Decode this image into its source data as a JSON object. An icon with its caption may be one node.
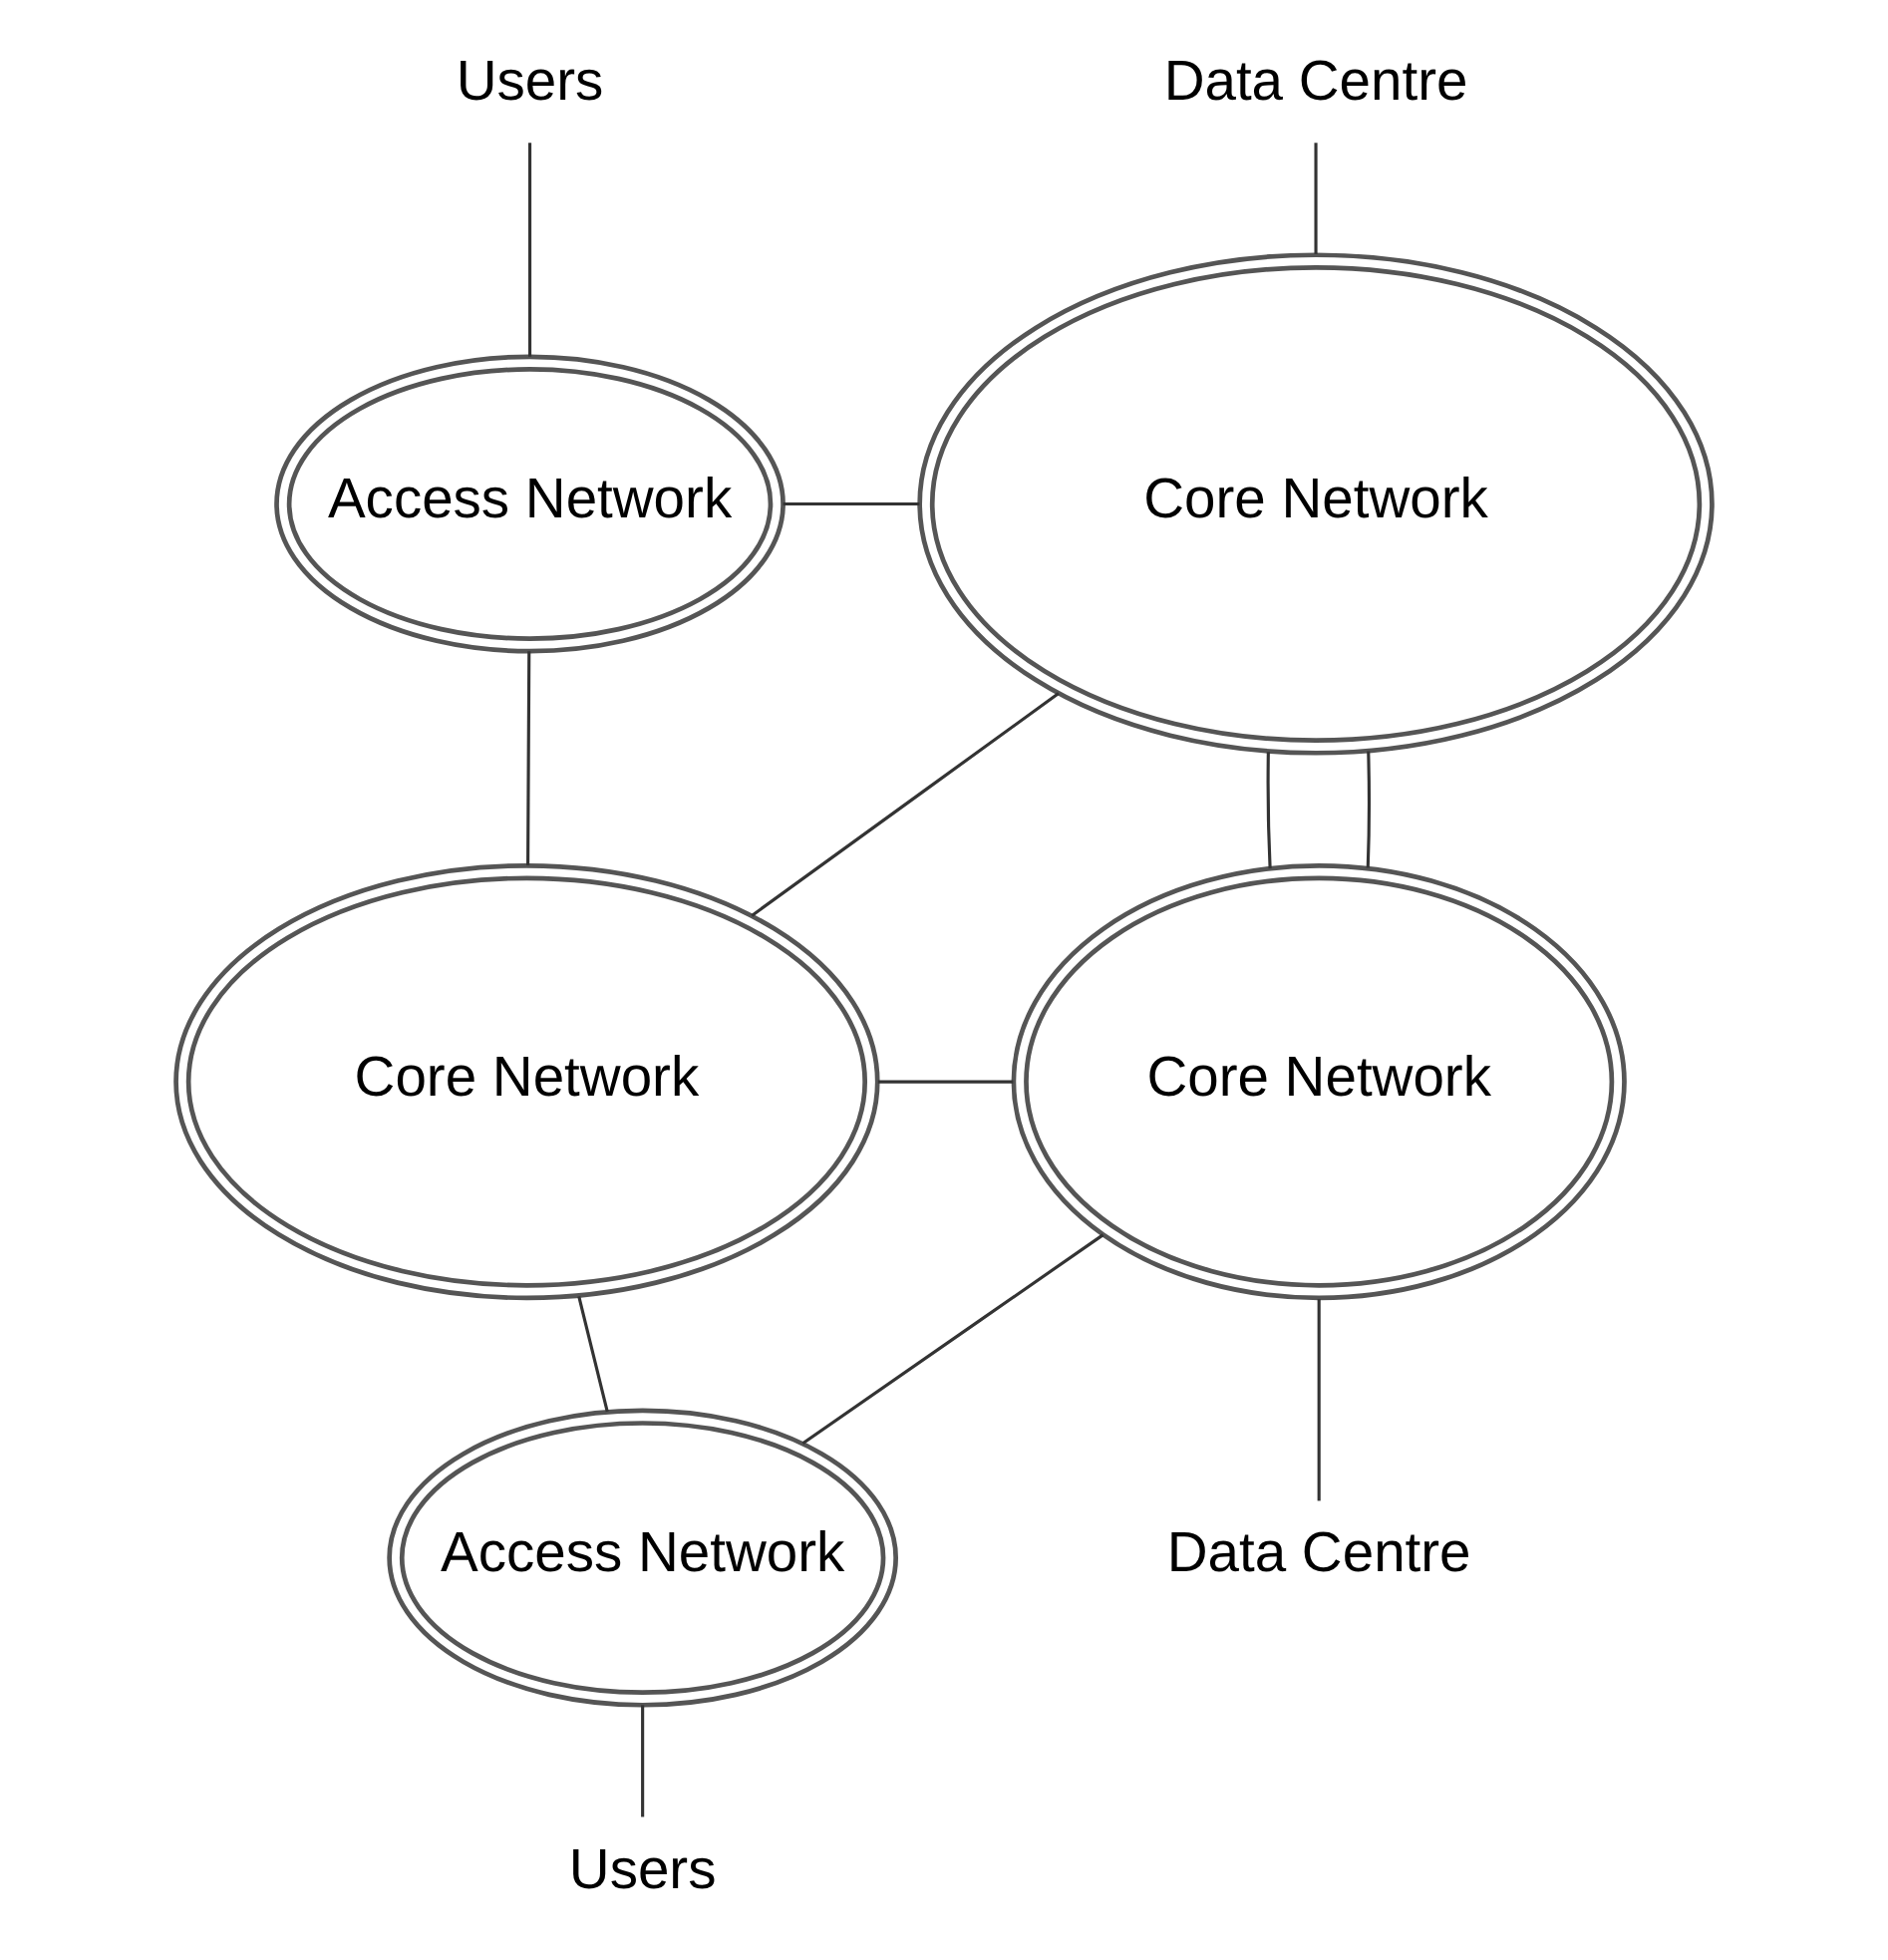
{
  "diagram": {
    "nodes": [
      {
        "text": [
          "Users"
        ]
      },
      {
        "text": [
          "Data Centre"
        ]
      },
      {
        "text": [
          "Access Network"
        ]
      },
      {
        "text": [
          "Core Network"
        ]
      },
      {
        "text": [
          "Core Network"
        ]
      },
      {
        "text": [
          "Core Network"
        ]
      },
      {
        "text": [
          "Data Centre"
        ]
      },
      {
        "text": [
          "Access Network"
        ]
      },
      {
        "text": [
          "Users"
        ]
      }
    ],
    "edges": [
      {
        "from": 0,
        "to": 2,
        "arrow": "none"
      },
      {
        "from": 1,
        "to": 3,
        "arrow": "none"
      },
      {
        "from": 2,
        "to": 3,
        "arrow": "none"
      },
      {
        "from": 2,
        "to": 4,
        "arrow": "none"
      },
      {
        "from": 3,
        "to": 4,
        "arrow": "none"
      },
      {
        "from": 3,
        "to": 5,
        "arrow": "none"
      },
      {
        "from": 3,
        "to": 5,
        "arrow": "none"
      },
      {
        "from": 4,
        "to": 5,
        "arrow": "none"
      },
      {
        "from": 5,
        "to": 6,
        "arrow": "none"
      },
      {
        "from": 4,
        "to": 7,
        "arrow": "none"
      },
      {
        "from": 7,
        "to": 5,
        "arrow": "none"
      },
      {
        "from": 7,
        "to": 8,
        "arrow": "none"
      }
    ]
  }
}
